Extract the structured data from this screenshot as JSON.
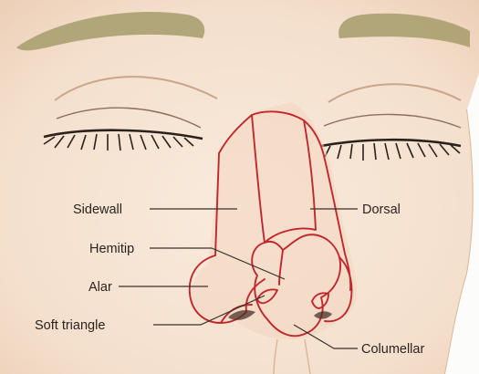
{
  "diagram": {
    "labels": {
      "sidewall": "Sidewall",
      "dorsal": "Dorsal",
      "hemitip": "Hemitip",
      "alar": "Alar",
      "soft_triangle": "Soft triangle",
      "columellar": "Columellar"
    },
    "colors": {
      "background": "#fcfcfb",
      "skin": "#f6e3d3",
      "skin_shadow": "#eccbb2",
      "brow": "#aaa070",
      "eyelid_line": "#8b6f5c",
      "lash": "#2a211c",
      "subunit_outline": "#c0282d",
      "leader_line": "#3a302b"
    }
  }
}
